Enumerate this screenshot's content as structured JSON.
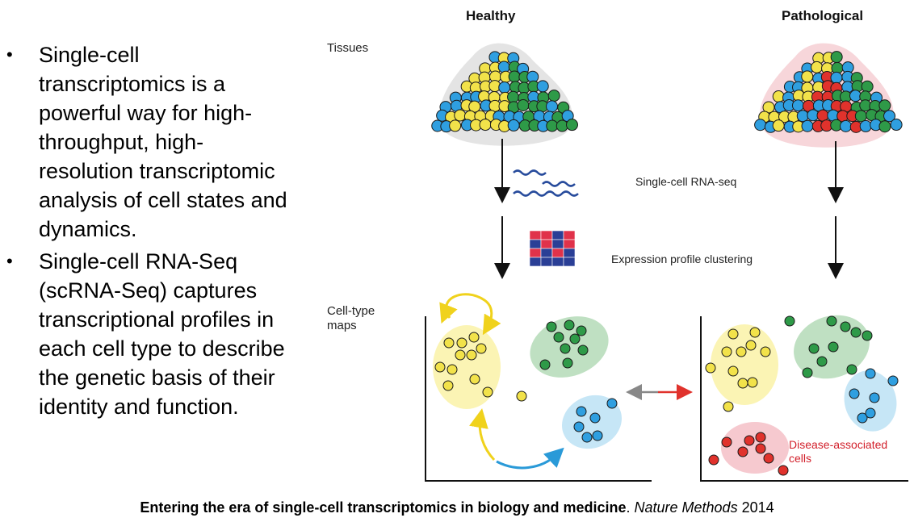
{
  "bullets": [
    "Single-cell transcriptomics is a powerful way for high-throughput, high-resolution transcriptomic analysis of cell states and dynamics.",
    "Single-cell RNA-Seq (scRNA-Seq) captures transcriptional profiles in each cell type to describe the genetic basis of their identity and function."
  ],
  "bullet_lines": [
    [
      "Single-cell",
      "transcriptomics is a",
      "powerful way for high-",
      "throughput, high-",
      "resolution transcriptomic",
      "analysis of cell states and",
      "dynamics."
    ],
    [
      "Single-cell RNA-Seq",
      "(scRNA-Seq) captures",
      "transcriptional profiles in",
      "each cell type to describe",
      "the genetic basis of their",
      "identity and function."
    ]
  ],
  "figure": {
    "col_healthy": "Healthy",
    "col_pathological": "Pathological",
    "row_tissues": "Tissues",
    "row_maps_line1": "Cell-type",
    "row_maps_line2": "maps",
    "step_rnaseq": "Single-cell RNA-seq",
    "step_clustering": "Expression profile clustering",
    "disease_line1": "Disease-associated",
    "disease_line2": "cells"
  },
  "caption": {
    "title": "Entering the era of single-cell transcriptomics in biology and medicine",
    "sep": ". ",
    "journal": "Nature Methods",
    "year": " 2014"
  },
  "colors": {
    "yellow_cell": "#f2e24a",
    "blue_cell": "#2f9fe0",
    "green_cell": "#2e9a48",
    "red_cell": "#e0322c",
    "yellow_cluster": "#fbf4b4",
    "green_cluster": "#bfe0c2",
    "blue_cluster": "#c6e6f6",
    "red_cluster": "#f6c9cf"
  }
}
